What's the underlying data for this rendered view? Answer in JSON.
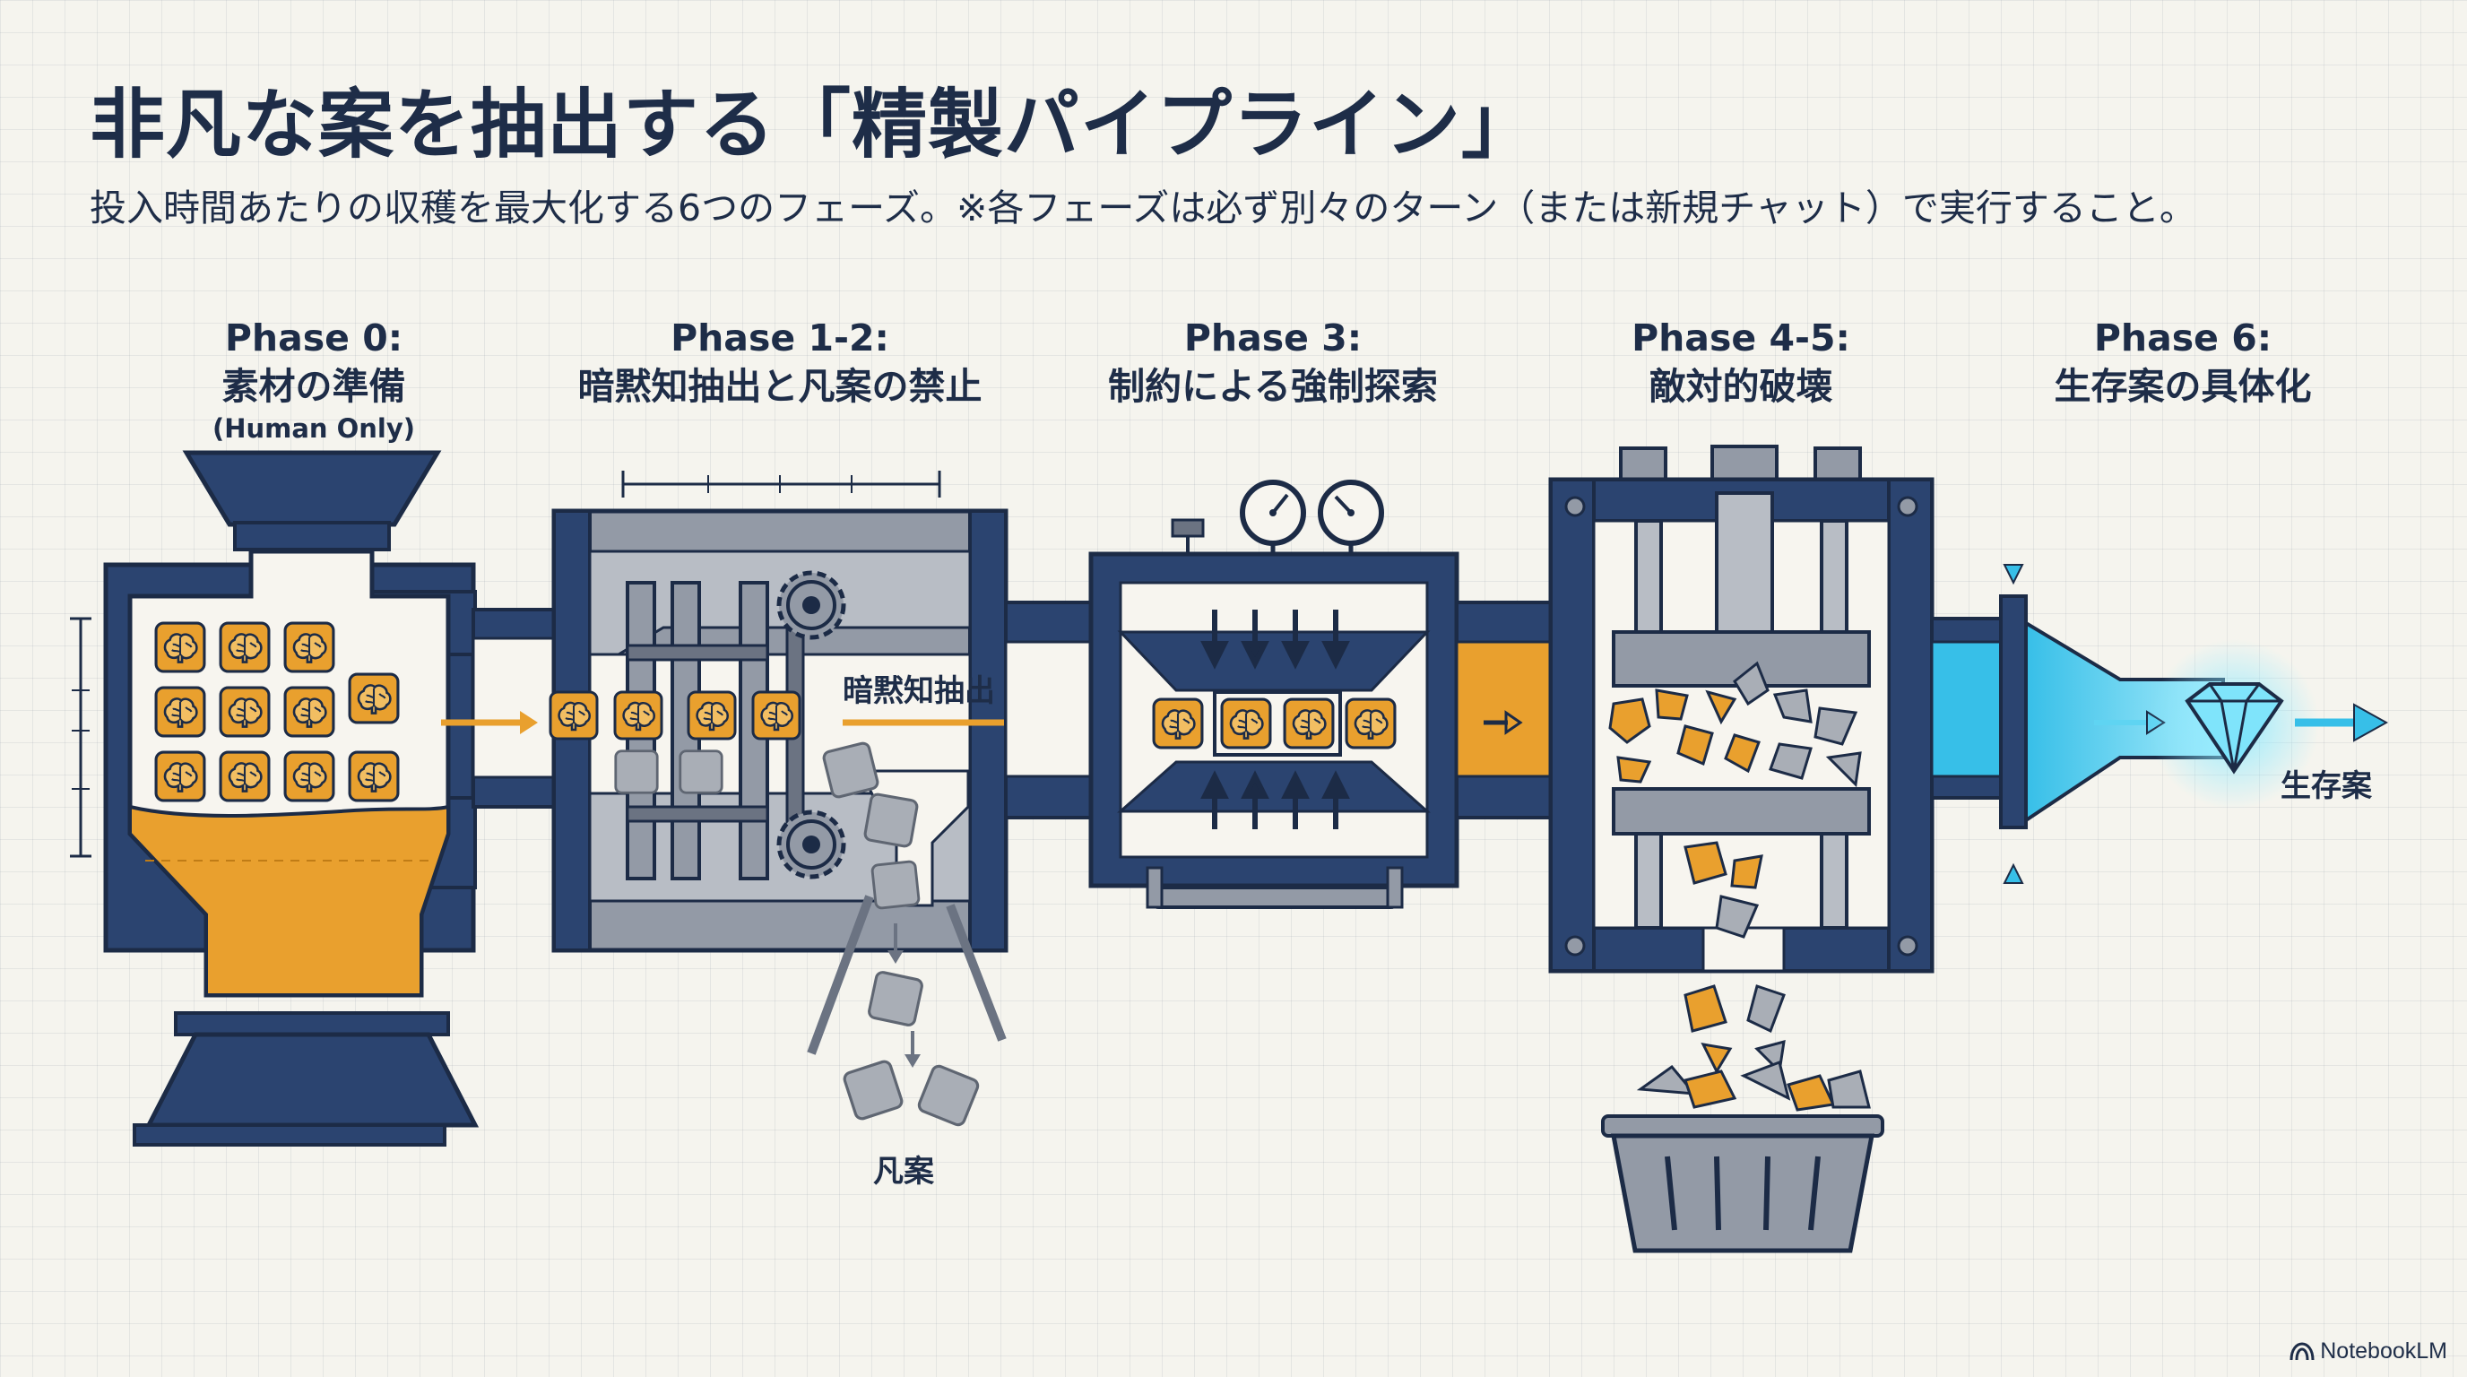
{
  "title": "非凡な案を抽出する「精製パイプライン」",
  "subtitle": "投入時間あたりの収穫を最大化する6つのフェーズ。※各フェーズは必ず別々のターン（または新規チャット）で実行すること。",
  "phases": [
    {
      "name": "Phase 0:",
      "label": "素材の準備",
      "note": "(Human Only)"
    },
    {
      "name": "Phase 1-2:",
      "label": "暗黙知抽出と凡案の禁止"
    },
    {
      "name": "Phase 3:",
      "label": "制約による強制探索"
    },
    {
      "name": "Phase 4-5:",
      "label": "敵対的破壊"
    },
    {
      "name": "Phase 6:",
      "label": "生存案の具体化"
    }
  ],
  "annotations": {
    "extract_label": "暗黙知抽出",
    "reject_label": "凡案",
    "survivor_label": "生存案"
  },
  "icons": [
    "brain-icon",
    "gear-icon",
    "pressure-gauge-icon",
    "diamond-icon",
    "trash-bin-icon",
    "notebooklm-logo-icon"
  ],
  "colors": {
    "navy": "#2b4470",
    "steel": "#939aa6",
    "orange": "#e9a02e",
    "cyan": "#38c8ef"
  },
  "brand": "NotebookLM"
}
